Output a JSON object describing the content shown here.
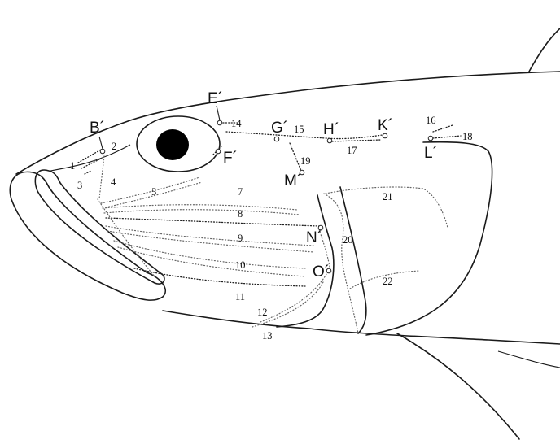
{
  "letter_labels": {
    "B": "B´",
    "E": "E´",
    "F": "F´",
    "G": "G´",
    "H": "H´",
    "K": "K´",
    "L": "L´",
    "M": "M´",
    "N": "N´",
    "O": "O´"
  },
  "number_labels": {
    "n1": "1",
    "n2": "2",
    "n3": "3",
    "n4": "4",
    "n5": "5",
    "n6": "7",
    "n7": "8",
    "n8": "9",
    "n9": "10",
    "n10": "11",
    "n11": "12",
    "n12": "13",
    "n13": "14",
    "n14": "15",
    "n15": "16",
    "n16": "17",
    "n17": "18",
    "n18": "19",
    "n19": "20",
    "n20": "21",
    "n21": "22"
  },
  "colors": {
    "line": "#1a1a1a",
    "dots": "#666666",
    "pupil": "#000000"
  }
}
